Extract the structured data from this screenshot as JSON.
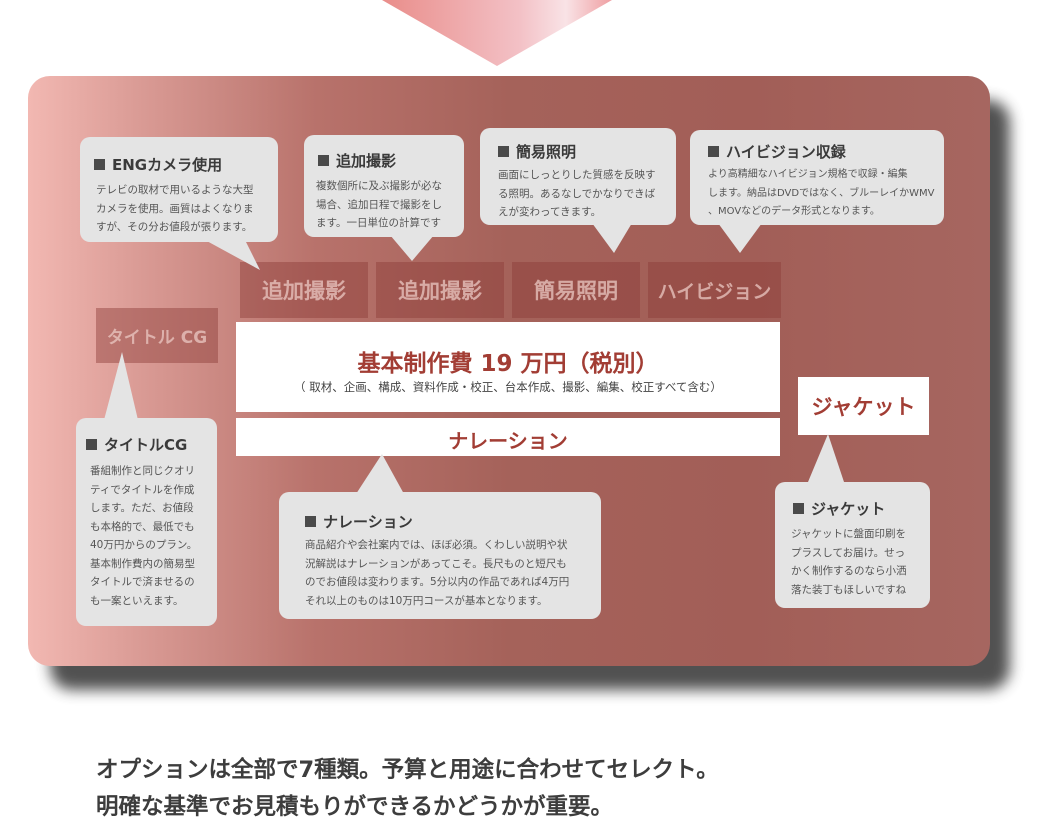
{
  "tiles": {
    "tsuika1": "追加撮影",
    "tsuika2": "追加撮影",
    "kanni": "簡易照明",
    "hivision": "ハイビジョン",
    "title_cg": "タイトル CG"
  },
  "main": {
    "title": "基本制作費 19 万円（税別）",
    "subtitle": "（ 取材、企画、構成、資料作成・校正、台本作成、撮影、編集、校正すべて含む）"
  },
  "narration_label": "ナレーション",
  "jacket_label": "ジャケット",
  "bubbles": {
    "eng": {
      "heading": "ENGカメラ使用",
      "lines": [
        "テレビの取材で用いるような大型",
        "カメラを使用。画質はよくなりま",
        "すが、その分お値段が張ります。"
      ]
    },
    "tsuika": {
      "heading": "追加撮影",
      "lines": [
        "複数個所に及ぶ撮影が必な",
        "場合、追加日程で撮影をし",
        "ます。一日単位の計算です"
      ]
    },
    "kanni": {
      "heading": "簡易照明",
      "lines": [
        "画面にしっとりした質感を反映す",
        "る照明。あるなしでかなりできば",
        "えが変わってきます。"
      ]
    },
    "hivision": {
      "heading": "ハイビジョン収録",
      "lines": [
        "より高精細なハイビジョン規格で収録・編集",
        "します。納品はDVDではなく、ブルーレイかWMV",
        "、MOVなどのデータ形式となります。"
      ]
    },
    "title_cg": {
      "heading": "タイトルCG",
      "lines": [
        "番組制作と同じクオリ",
        "ティでタイトルを作成",
        "します。ただ、お値段",
        "も本格的で、最低でも",
        "40万円からのプラン。",
        "基本制作費内の簡易型",
        "タイトルで済ませるの",
        "も一案といえます。"
      ]
    },
    "narration": {
      "heading": "ナレーション",
      "lines": [
        "商品紹介や会社案内では、ほぼ必須。くわしい説明や状",
        "況解説はナレーションがあってこそ。長尺ものと短尺も",
        "のでお値段は変わります。5分以内の作品であれば4万円",
        "それ以上のものは10万円コースが基本となります。"
      ]
    },
    "jacket": {
      "heading": "ジャケット",
      "lines": [
        "ジャケットに盤面印刷を",
        "プラスしてお届け。せっ",
        "かく制作するのなら小洒",
        "落た装丁もほしいですね"
      ]
    }
  },
  "caption": {
    "line1": "オプションは全部で7種類。予算と用途に合わせてセレクト。",
    "line2": "明確な基準でお見積もりができるかどうかが重要。"
  },
  "colors": {
    "accent": "#a23d34",
    "card_dark": "#a25e57",
    "card_light": "#f2b8b2",
    "bubble": "#e4e4e4"
  }
}
